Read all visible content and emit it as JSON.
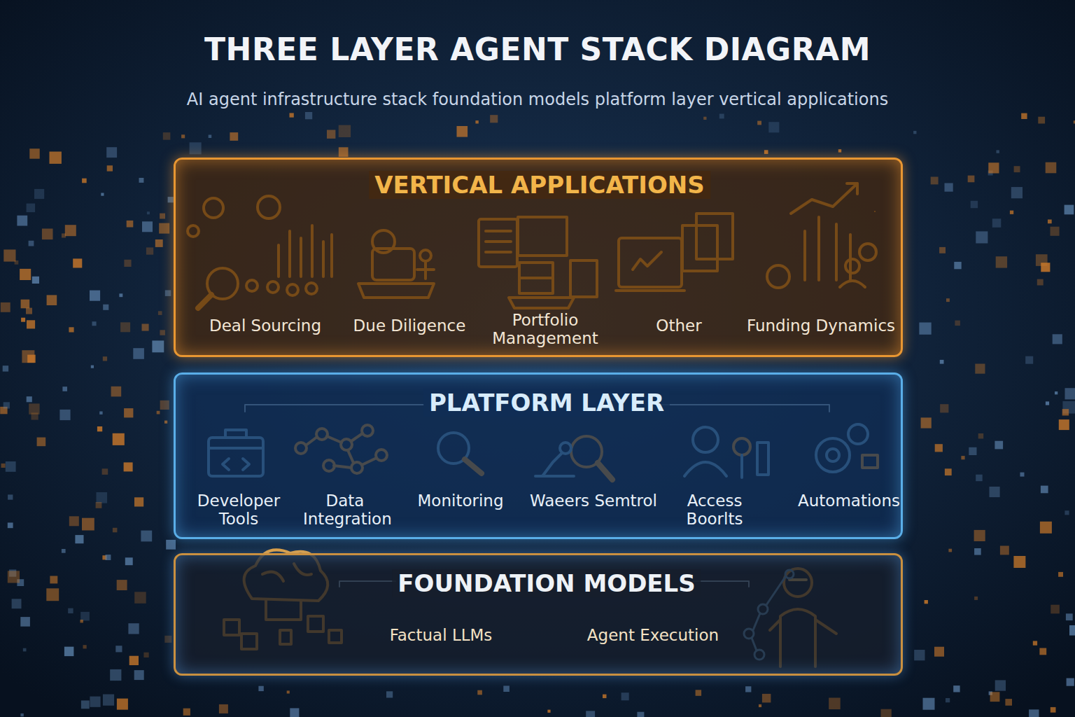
{
  "diagram": {
    "title": "THREE LAYER AGENT STACK DIAGRAM",
    "caption": "AI agent infrastructure stack foundation models platform layer vertical applications",
    "nodes": [
      {
        "text": [
          "VERTICAL APPLICATIONS",
          "Deal Sourcing",
          "Due Diligence",
          "Portfolio Management",
          "Other",
          "Funding Dynamics"
        ]
      },
      {
        "text": [
          "PLATFORM LAYER",
          "Developer Tools",
          "Data Integration",
          "Monitoring",
          "Waeers Semtrol",
          "Access Boorlts",
          "Automations"
        ]
      },
      {
        "text": [
          "FOUNDATION MODELS",
          "Factual LLMs",
          "Agent Execution"
        ]
      }
    ]
  }
}
